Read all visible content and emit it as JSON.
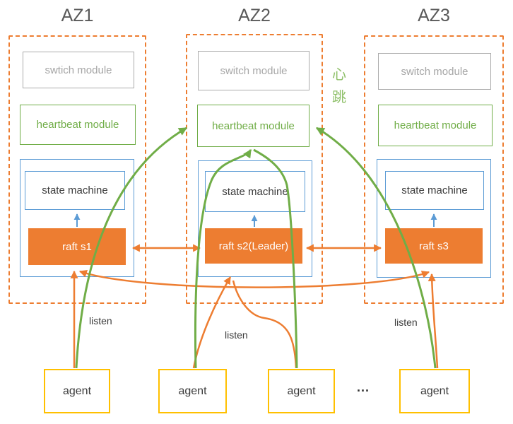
{
  "colors": {
    "orange": "#ED7D31",
    "green": "#70AD47",
    "blue": "#5B9BD5",
    "yellow": "#FFC000",
    "gray-border": "#ABABAB",
    "gray-text": "#A6A6A6",
    "title-gray": "#595959",
    "text-dark": "#3B3B3B",
    "cn-green": "#8FC06A"
  },
  "zones": [
    {
      "title": "AZ1",
      "switch_label": "swtich module",
      "heartbeat_label": "heartbeat module",
      "state_machine_label": "state machine",
      "raft_label": "raft s1"
    },
    {
      "title": "AZ2",
      "switch_label": "switch module",
      "heartbeat_label": "heartbeat module",
      "state_machine_label": "state machine",
      "raft_label": "raft s2(Leader)"
    },
    {
      "title": "AZ3",
      "switch_label": "switch module",
      "heartbeat_label": "heartbeat module",
      "state_machine_label": "state machine",
      "raft_label": "raft s3"
    }
  ],
  "heartbeat_cn": "心跳",
  "agents": [
    {
      "label": "agent"
    },
    {
      "label": "agent"
    },
    {
      "label": "agent"
    },
    {
      "label": "agent"
    }
  ],
  "ellipsis": "...",
  "listen_labels": [
    "listen",
    "listen",
    "listen"
  ]
}
